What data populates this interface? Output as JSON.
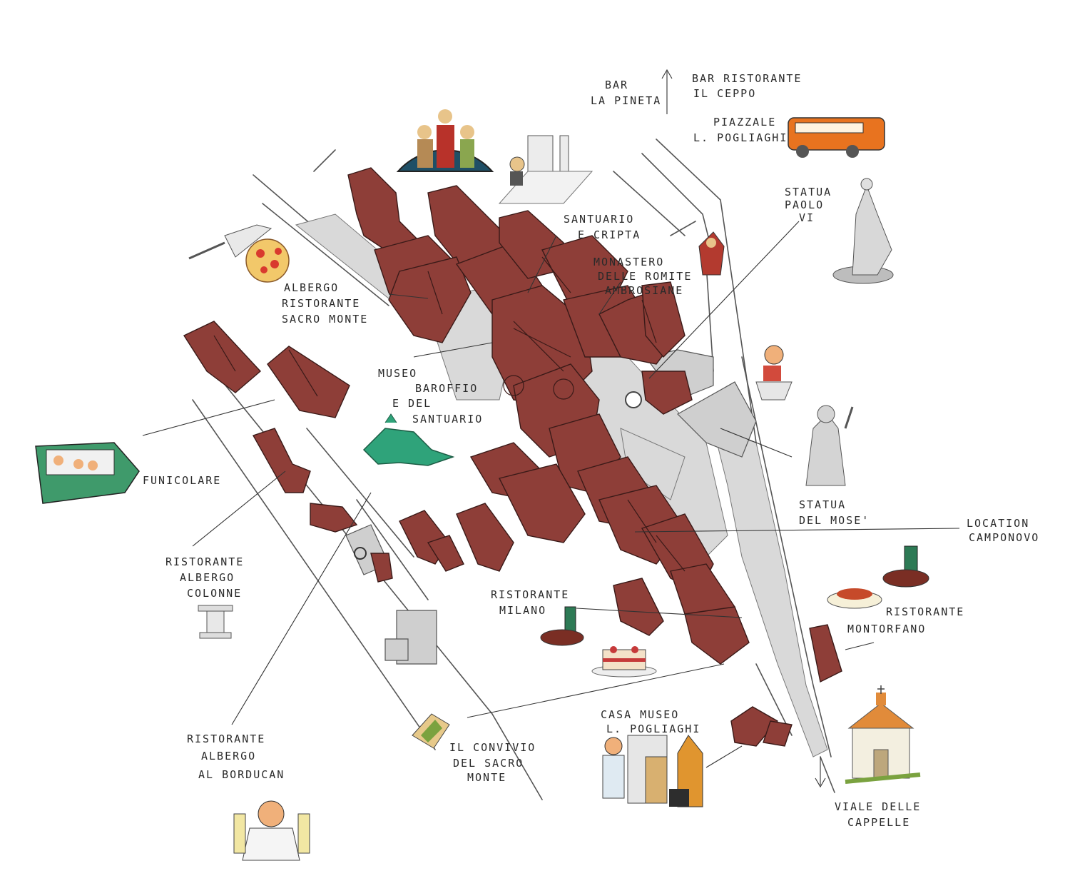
{
  "map": {
    "labels": {
      "bar_pineta_1": "BAR",
      "bar_pineta_2": "LA PINETA",
      "bar_ceppo_1": "BAR RISTORANTE",
      "bar_ceppo_2": "IL CEPPO",
      "piazzale_1": "PIAZZALE",
      "piazzale_2": "L. POGLIAGHI",
      "santuario_1": "SANTUARIO",
      "santuario_2": "E CRIPTA",
      "monastero_1": "MONASTERO",
      "monastero_2": "DELLE ROMITE",
      "monastero_3": "AMBROSIANE",
      "statua_paolo_1": "STATUA",
      "statua_paolo_2": "PAOLO",
      "statua_paolo_3": "VI",
      "albergo_sm_1": "ALBERGO",
      "albergo_sm_2": "RISTORANTE",
      "albergo_sm_3": "SACRO MONTE",
      "museo_1": "MUSEO",
      "museo_2": "BAROFFIO",
      "museo_3": "E DEL",
      "museo_4": "SANTUARIO",
      "funicolare": "FUNICOLARE",
      "mose_1": "STATUA",
      "mose_2": "DEL MOSE'",
      "location_1": "LOCATION",
      "location_2": "CAMPONOVO",
      "colonne_1": "RISTORANTE",
      "colonne_2": "ALBERGO",
      "colonne_3": "COLONNE",
      "milano_1": "RISTORANTE",
      "milano_2": "MILANO",
      "montorfano_1": "RISTORANTE",
      "montorfano_2": "MONTORFANO",
      "casa_museo_1": "CASA MUSEO",
      "casa_museo_2": "L. POGLIAGHI",
      "borducan_1": "RISTORANTE",
      "borducan_2": "ALBERGO",
      "borducan_3": "AL BORDUCAN",
      "convivio_1": "IL CONVIVIO",
      "convivio_2": "DEL SACRO",
      "convivio_3": "MONTE",
      "viale_1": "VIALE DELLE",
      "viale_2": "CAPPELLE"
    },
    "colors": {
      "building": "#8e3e38",
      "paving": "#d9d9d9",
      "bus": "#e8731f",
      "funicular": "#3f9a6b",
      "crocodile": "#2fa37a"
    },
    "icons": [
      "fresco-icon",
      "bell-tower-icon",
      "bus-icon",
      "statue-paolo-vi-icon",
      "nun-icon",
      "boy-icon",
      "moses-statue-icon",
      "pizza-icon",
      "funicular-icon",
      "crocodile-icon",
      "column-icon",
      "wine-chicken-icon",
      "spaghetti-icon",
      "cake-icon",
      "sandwich-icon",
      "museum-collage-icon",
      "chapel-icon",
      "chef-bottles-icon"
    ]
  }
}
